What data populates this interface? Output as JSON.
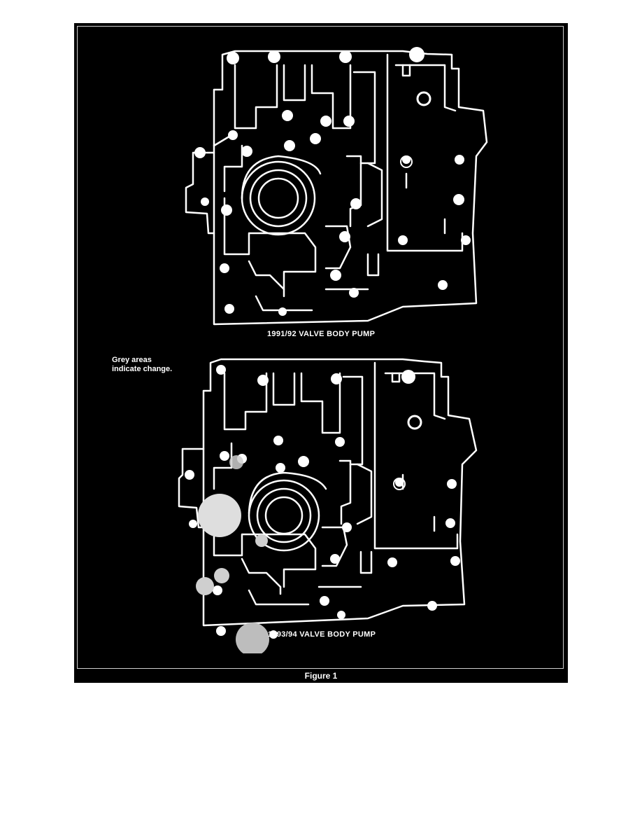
{
  "figure": {
    "top_caption": "1991/92 VALVE BODY PUMP",
    "bottom_caption": "1993/94 VALVE BODY PUMP",
    "note_line1": "Grey areas",
    "note_line2": "indicate change.",
    "label": "Figure 1"
  },
  "colors": {
    "background": "#000000",
    "lines": "#ffffff",
    "change_highlight": "#cfcfcf",
    "page": "#ffffff"
  }
}
